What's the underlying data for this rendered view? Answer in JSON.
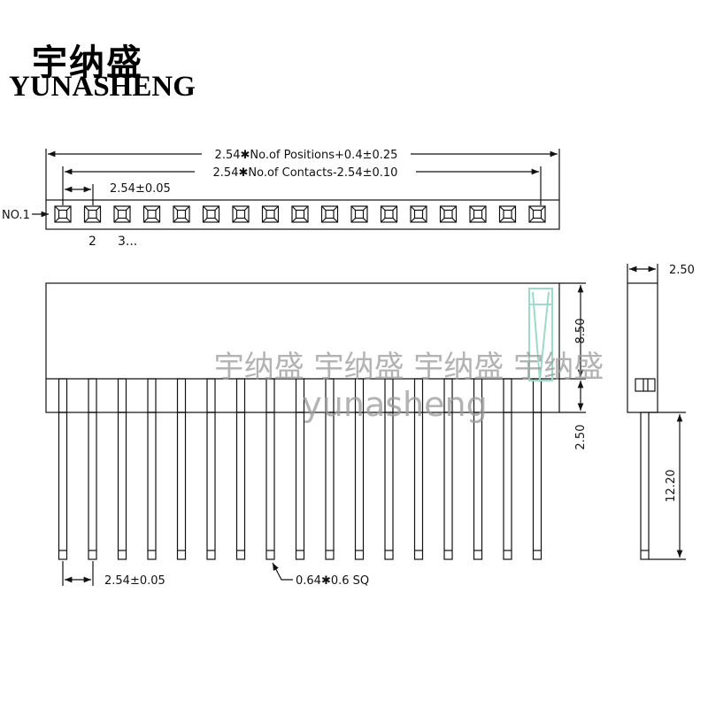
{
  "brand": {
    "name_cn": "宇纳盛",
    "name_en": "YUNASHENG"
  },
  "watermark": {
    "cn": "宇纳盛 宇纳盛 宇纳盛 宇纳盛",
    "en": "yunasheng"
  },
  "top_view": {
    "dim_overall": "2.54✱No.of Positions+0.4±0.25",
    "dim_contacts": "2.54✱No.of Contacts-2.54±0.10",
    "dim_pitch": "2.54±0.05",
    "pin1_label": "NO.1",
    "pin2_label": "2",
    "pin3_label": "3...",
    "position_count": 17
  },
  "front_view": {
    "dim_height": "8.50",
    "dim_lower": "2.50",
    "dim_pitch": "2.54±0.05",
    "dim_pin": "0.64✱0.6 SQ",
    "pin_count": 17
  },
  "side_view": {
    "dim_width": "2.50",
    "dim_pin_length": "12.20"
  },
  "colors": {
    "line": "#111111",
    "watermark": "#9a9a9a",
    "highlight": "#9fd9c8"
  }
}
